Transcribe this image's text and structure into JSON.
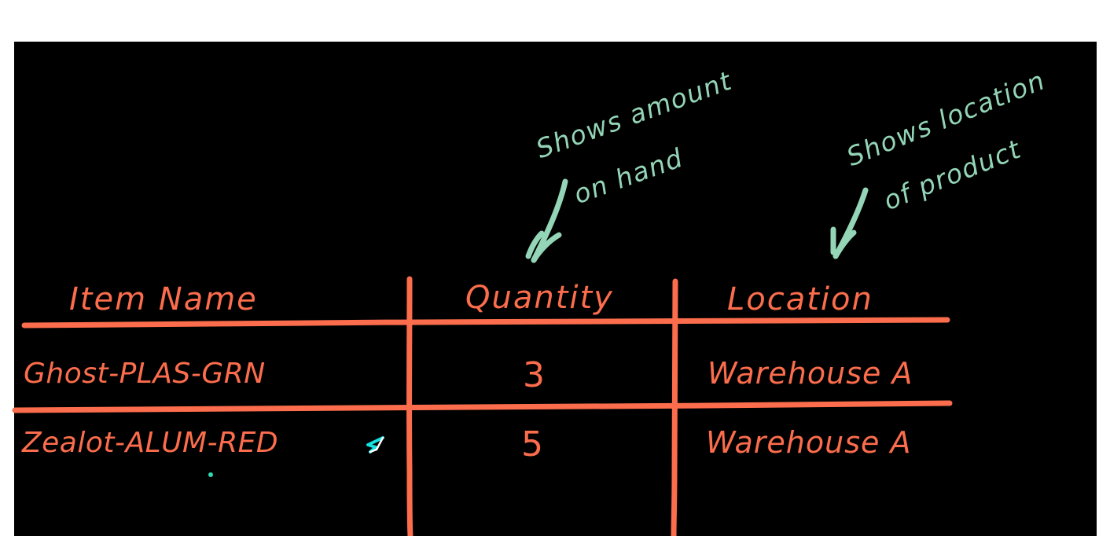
{
  "board": {
    "background_color": "#000000",
    "page_background_color": "#ffffff",
    "ink_color_primary": "#FB6D4C",
    "ink_color_annotation": "#93D5B6",
    "cursor_color": "#16E0E0"
  },
  "table": {
    "name": "inventory-table",
    "columns": [
      {
        "key": "item_name",
        "label": "Item Name"
      },
      {
        "key": "quantity",
        "label": "Quantity"
      },
      {
        "key": "location",
        "label": "Location"
      }
    ],
    "rows": [
      {
        "item_name": "Ghost-PLAS-GRN",
        "quantity": "3",
        "location": "Warehouse A"
      },
      {
        "item_name": "Zealot-ALUM-RED",
        "quantity": "5",
        "location": "Warehouse A"
      }
    ]
  },
  "annotations": [
    {
      "name": "quantity-annotation",
      "line1": "Shows amount",
      "line2": "on hand",
      "points_to": "quantity",
      "color": "#93D5B6"
    },
    {
      "name": "location-annotation",
      "line1": "Shows location",
      "line2": "of product",
      "points_to": "location",
      "color": "#93D5B6"
    }
  ],
  "cursor": {
    "name": "pointer-cursor",
    "glyph": "arrow"
  }
}
